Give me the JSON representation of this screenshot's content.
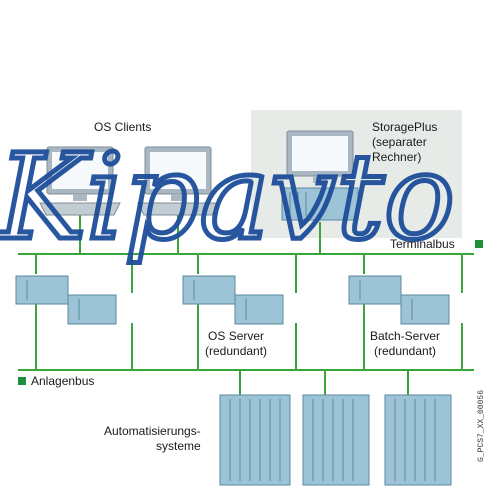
{
  "labels": {
    "os_clients": "OS Clients",
    "storageplus": "StoragePlus\n(separater\nRechner)",
    "terminalbus": "Terminalbus",
    "os_server": "OS Server\n(redundant)",
    "batch_server": "Batch-Server\n(redundant)",
    "anlagenbus": "Anlagenbus",
    "automatisierungssysteme": "Automatisierungs-\nsysteme",
    "image_code": "G_PCS7_XX_00056"
  },
  "watermark": "Kipavto",
  "colors": {
    "bus_line": "#3aa63a",
    "bus_marker": "#1f8f3a",
    "device_fill": "#9dc4d6",
    "device_stroke": "#5a8aa0",
    "monitor_frame": "#a9b7c2",
    "screen": "#f6f9fb",
    "storage_panel": "#e7ebe8",
    "watermark": "#1d4e9a"
  }
}
